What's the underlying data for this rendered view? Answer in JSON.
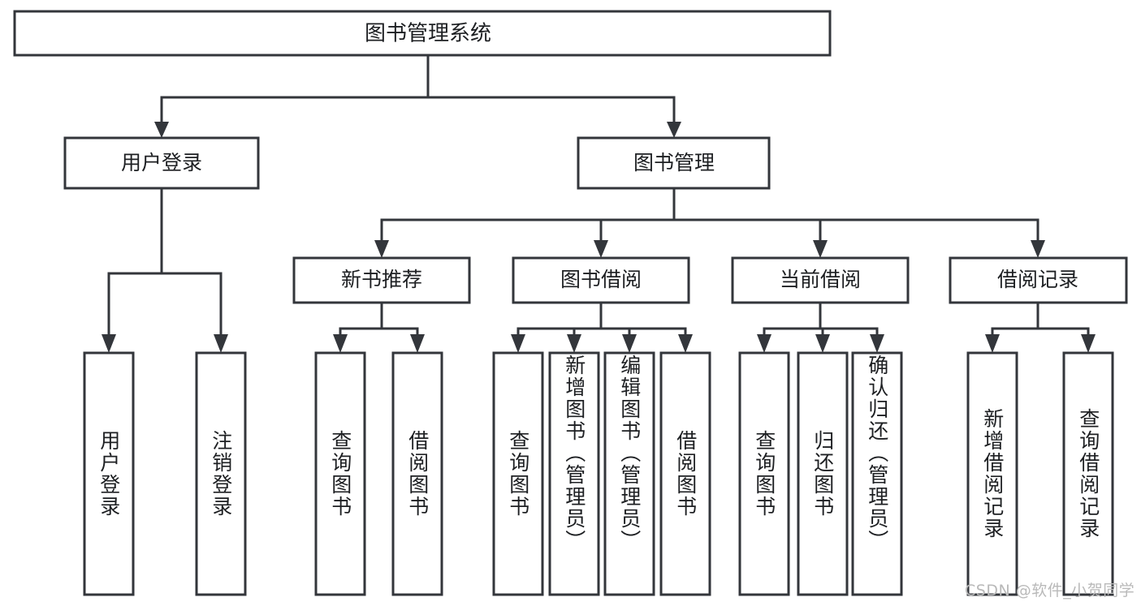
{
  "diagram": {
    "title": "图书管理系统",
    "type": "functional-structure-tree",
    "root": {
      "label": "图书管理系统",
      "orientation": "horizontal"
    },
    "level2": [
      {
        "label": "用户登录",
        "orientation": "horizontal"
      },
      {
        "label": "图书管理",
        "orientation": "horizontal"
      }
    ],
    "level3": [
      {
        "label": "新书推荐",
        "orientation": "horizontal",
        "parent": "图书管理"
      },
      {
        "label": "图书借阅",
        "orientation": "horizontal",
        "parent": "图书管理"
      },
      {
        "label": "当前借阅",
        "orientation": "horizontal",
        "parent": "图书管理"
      },
      {
        "label": "借阅记录",
        "orientation": "horizontal",
        "parent": "图书管理"
      }
    ],
    "leaves": [
      {
        "label": "用户登录",
        "parent": "用户登录",
        "orientation": "vertical"
      },
      {
        "label": "注销登录",
        "parent": "用户登录",
        "orientation": "vertical"
      },
      {
        "label": "查询图书",
        "parent": "新书推荐",
        "orientation": "vertical"
      },
      {
        "label": "借阅图书",
        "parent": "新书推荐",
        "orientation": "vertical"
      },
      {
        "label": "查询图书",
        "parent": "图书借阅",
        "orientation": "vertical"
      },
      {
        "label": "新增图书（管理员）",
        "parent": "图书借阅",
        "orientation": "vertical"
      },
      {
        "label": "编辑图书（管理员）",
        "parent": "图书借阅",
        "orientation": "vertical"
      },
      {
        "label": "借阅图书",
        "parent": "图书借阅",
        "orientation": "vertical"
      },
      {
        "label": "查询图书",
        "parent": "当前借阅",
        "orientation": "vertical"
      },
      {
        "label": "归还图书",
        "parent": "当前借阅",
        "orientation": "vertical"
      },
      {
        "label": "确认归还（管理员）",
        "parent": "当前借阅",
        "orientation": "vertical"
      },
      {
        "label": "新增借阅记录",
        "parent": "借阅记录",
        "orientation": "vertical"
      },
      {
        "label": "查询借阅记录",
        "parent": "借阅记录",
        "orientation": "vertical"
      }
    ],
    "colors": {
      "stroke": "#33363b",
      "box_fill": "#ffffff",
      "text": "#1d1f22",
      "background": "#ffffff",
      "watermark": "#b9b9b9"
    }
  },
  "watermark": {
    "text": "CSDN @软件_小贺同学"
  }
}
